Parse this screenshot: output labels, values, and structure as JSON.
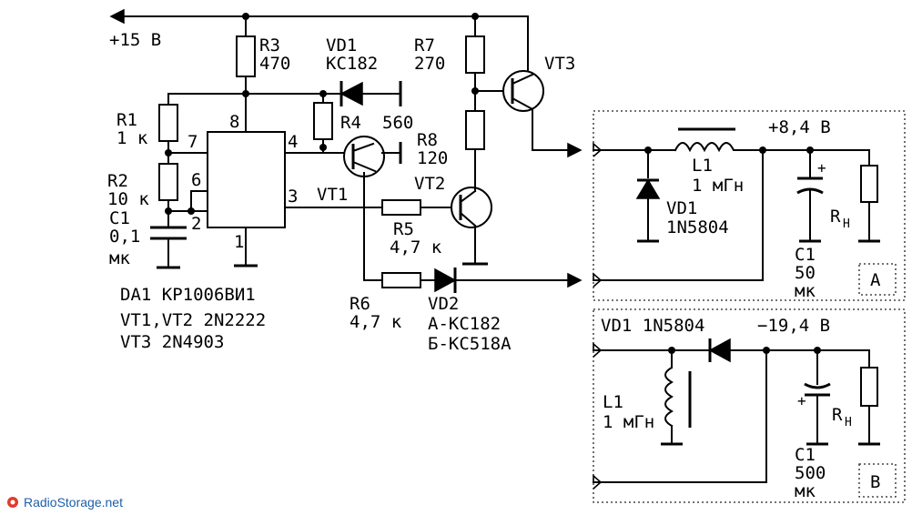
{
  "supply": {
    "label": "+15 В"
  },
  "ic": {
    "name": "DA1 КР1006ВИ1",
    "pins": {
      "p8": "8",
      "p7": "7",
      "p6": "6",
      "p2": "2",
      "p4": "4",
      "p3": "3",
      "p1": "1"
    }
  },
  "components": {
    "r1": {
      "ref": "R1",
      "value": "1 к"
    },
    "r2": {
      "ref": "R2",
      "value": "10 к"
    },
    "c1": {
      "ref": "C1",
      "value": "0,1",
      "unit": "мк"
    },
    "r3": {
      "ref": "R3",
      "value": "470"
    },
    "vd1": {
      "ref": "VD1",
      "value": "КС182"
    },
    "r4": {
      "ref": "R4",
      "value": "560"
    },
    "r7": {
      "ref": "R7",
      "value": "270"
    },
    "r8": {
      "ref": "R8",
      "value": "120"
    },
    "vt1": {
      "ref": "VT1"
    },
    "vt2": {
      "ref": "VT2"
    },
    "vt3": {
      "ref": "VT3"
    },
    "r5": {
      "ref": "R5",
      "value": "4,7 к"
    },
    "r6": {
      "ref": "R6",
      "value": "4,7 к"
    },
    "vd2": {
      "ref": "VD2",
      "line_a": "А-КС182",
      "line_b": "Б-КС518А"
    }
  },
  "transistors": {
    "line1": "VT1,VT2 2N2222",
    "line2": "VT3 2N4903"
  },
  "panel_a": {
    "voltage": "+8,4 В",
    "l1_ref": "L1",
    "l1_value": "1 мГн",
    "vd1_ref": "VD1",
    "vd1_value": "1N5804",
    "c1_ref": "C1",
    "c1_value": "50",
    "c1_unit": "мк",
    "c1_polarity": "+",
    "rh": "R",
    "rh_sub": "Н",
    "tag": "А"
  },
  "panel_b": {
    "diode": "VD1 1N5804",
    "voltage": "−19,4 В",
    "l1_ref": "L1",
    "l1_value": "1 мГн",
    "c1_ref": "C1",
    "c1_value": "500",
    "c1_unit": "мк",
    "c1_polarity": "+",
    "rh": "R",
    "rh_sub": "Н",
    "tag": "В"
  },
  "watermark": {
    "text": "RadioStorage.net"
  }
}
